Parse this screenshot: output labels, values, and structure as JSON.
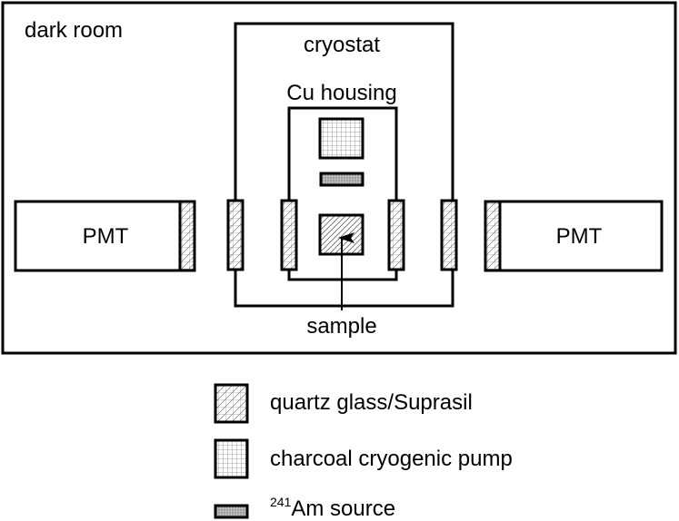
{
  "labels": {
    "dark_room": "dark room",
    "cryostat": "cryostat",
    "cu_housing": "Cu housing",
    "pmt_left": "PMT",
    "pmt_right": "PMT",
    "sample": "sample"
  },
  "legend": {
    "quartz": "quartz glass/Suprasil",
    "charcoal": "charcoal cryogenic pump",
    "source_sup": "241",
    "source_text": "Am source"
  }
}
